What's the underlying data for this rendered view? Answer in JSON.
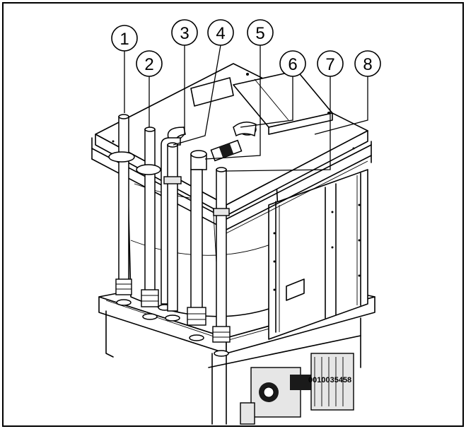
{
  "figure": {
    "drawing_code": "0010035458",
    "callouts": [
      "1",
      "2",
      "3",
      "4",
      "5",
      "6",
      "7",
      "8"
    ]
  }
}
